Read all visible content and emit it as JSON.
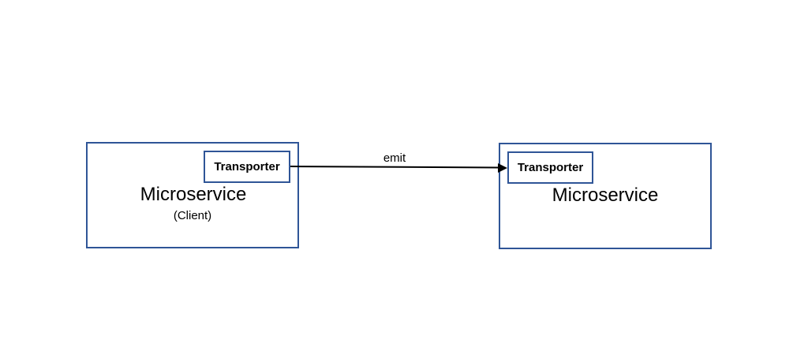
{
  "nodes": {
    "client": {
      "title": "Microservice",
      "subtitle": "(Client)",
      "transporter": "Transporter"
    },
    "server": {
      "title": "Microservice",
      "transporter": "Transporter"
    }
  },
  "edge": {
    "label": "emit",
    "from": "client.transporter",
    "to": "server.transporter"
  },
  "colors": {
    "box_border": "#2f5597",
    "arrow": "#000000"
  }
}
